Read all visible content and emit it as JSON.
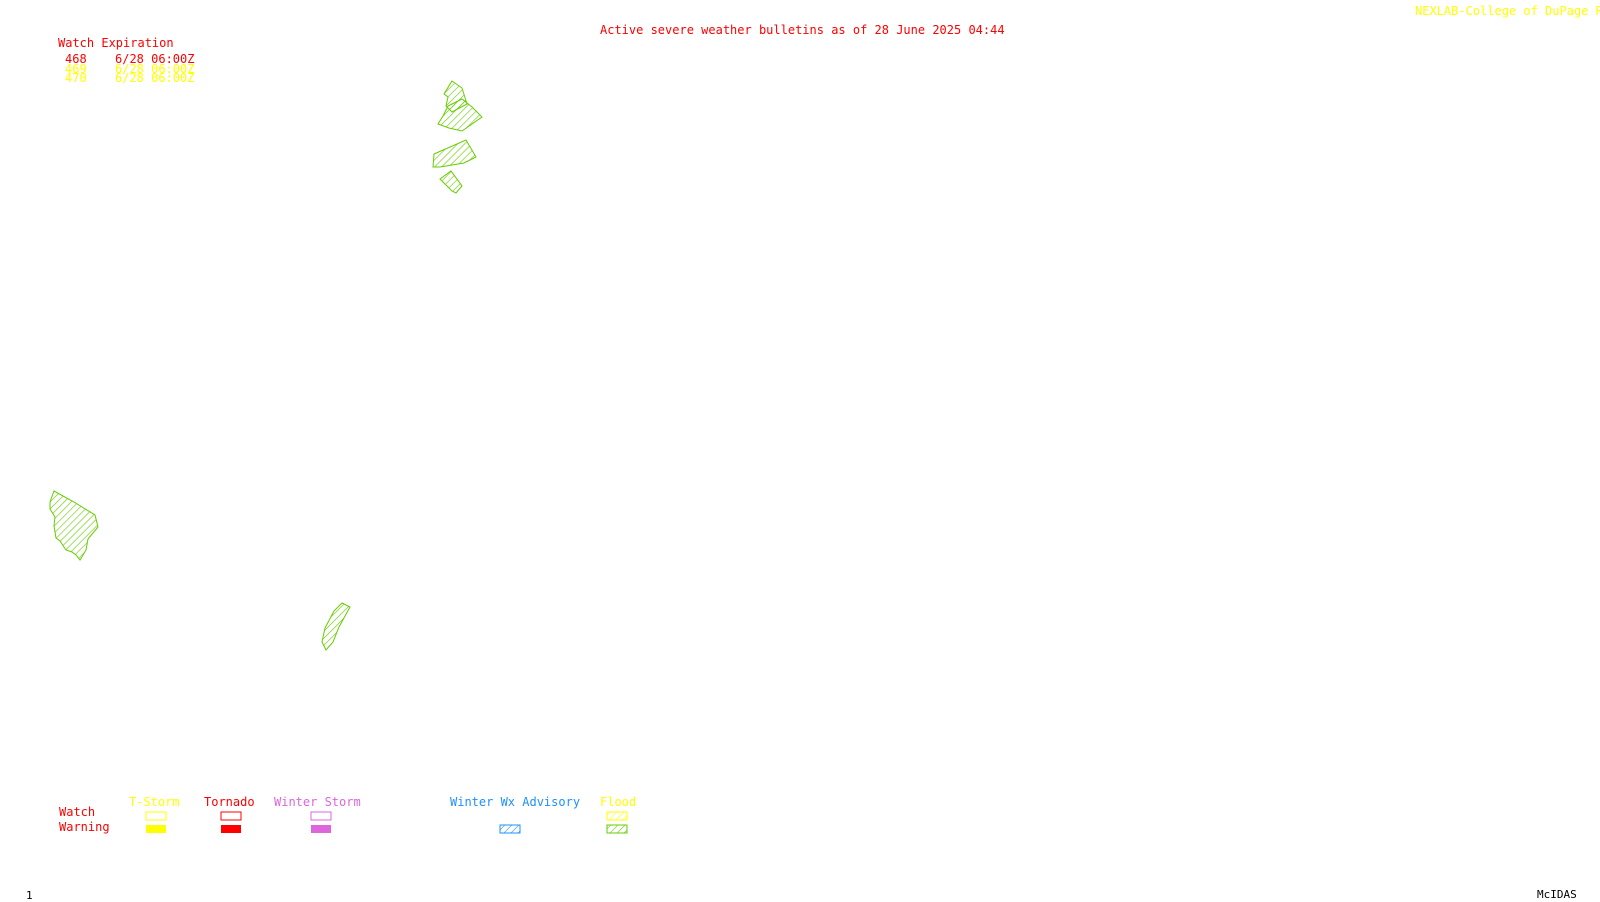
{
  "header": {
    "bulletin_title": "Active severe weather bulletins as of 28 June 2025 04:44",
    "credit": "NEXLAB-College of DuPage R"
  },
  "watch_table": {
    "heading": "Watch Expiration",
    "rows": [
      {
        "number": "468",
        "expiration": "6/28 06:00Z",
        "color": "#ff0000"
      },
      {
        "number": "469",
        "expiration": "6/28 06:00Z",
        "color": "#ffff00"
      },
      {
        "number": "470",
        "expiration": "6/28 06:00Z",
        "color": "#ffff00"
      }
    ]
  },
  "legend": {
    "row_labels": {
      "watch": "Watch",
      "warning": "Warning"
    },
    "columns": [
      {
        "label": "T-Storm",
        "color": "#ffff00",
        "watch_style": "outline",
        "warning_style": "solid"
      },
      {
        "label": "Tornado",
        "color": "#ff0000",
        "watch_style": "outline",
        "warning_style": "solid"
      },
      {
        "label": "Winter Storm",
        "color": "#dd66dd",
        "watch_style": "outline",
        "warning_style": "solid"
      },
      {
        "label": "Winter Wx Advisory",
        "color": "#1e90ff",
        "watch_style": "none",
        "warning_style": "hatched"
      },
      {
        "label": "Flood",
        "color": "#ffff00",
        "watch_style": "hatched",
        "warning_style": "hatched",
        "warning_color": "#66cc00"
      }
    ]
  },
  "map": {
    "flood_warning_color": "#66cc00"
  },
  "footer": {
    "frame_number": "1",
    "software": "McIDAS"
  }
}
